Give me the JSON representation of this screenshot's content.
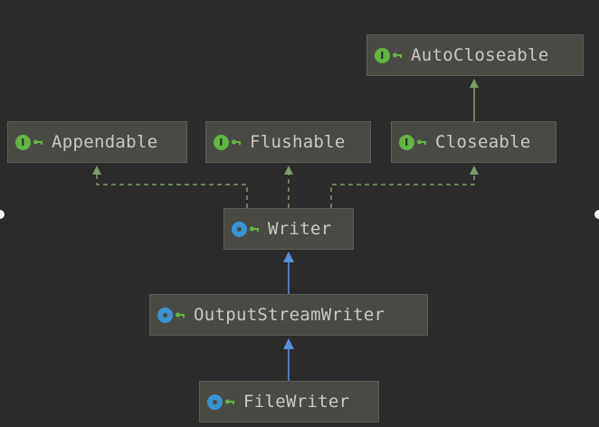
{
  "nodes": {
    "autocloseable": {
      "label": "AutoCloseable",
      "kind": "interface"
    },
    "appendable": {
      "label": "Appendable",
      "kind": "interface"
    },
    "flushable": {
      "label": "Flushable",
      "kind": "interface"
    },
    "closeable": {
      "label": "Closeable",
      "kind": "interface"
    },
    "writer": {
      "label": "Writer",
      "kind": "class"
    },
    "outputstreamwriter": {
      "label": "OutputStreamWriter",
      "kind": "class"
    },
    "filewriter": {
      "label": "FileWriter",
      "kind": "class"
    }
  },
  "edges": [
    {
      "from": "closeable",
      "to": "autocloseable",
      "type": "extends-interface"
    },
    {
      "from": "writer",
      "to": "appendable",
      "type": "implements"
    },
    {
      "from": "writer",
      "to": "flushable",
      "type": "implements"
    },
    {
      "from": "writer",
      "to": "closeable",
      "type": "implements"
    },
    {
      "from": "outputstreamwriter",
      "to": "writer",
      "type": "extends"
    },
    {
      "from": "filewriter",
      "to": "outputstreamwriter",
      "type": "extends"
    }
  ],
  "colors": {
    "background": "#2b2b2b",
    "node_fill": "#4a4a45",
    "interface_badge": "#62b543",
    "class_badge": "#3a94d1",
    "implements_edge": "#7b9c6a",
    "extends_edge": "#5b8fd9",
    "text": "#c9c9c2"
  },
  "icons": {
    "interface": "interface-badge-icon",
    "class": "class-badge-icon",
    "access": "key-icon"
  }
}
